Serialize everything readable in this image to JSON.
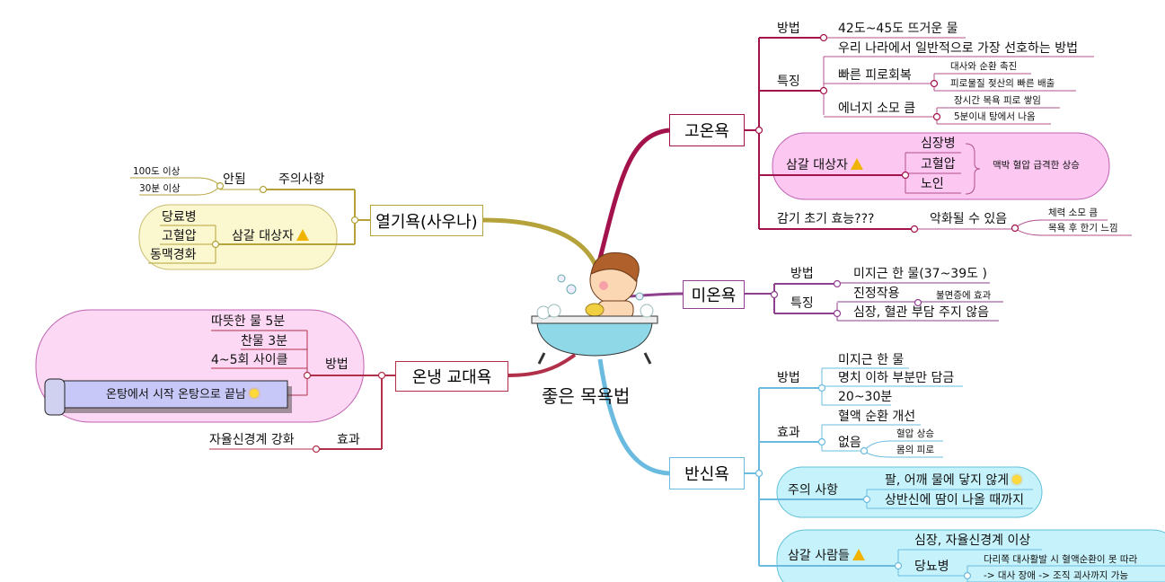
{
  "title": "좋은 목욕법",
  "colors": {
    "hot": "#a3124a",
    "sauna": "#b5a23a",
    "warm": "#8e3f8e",
    "alternate": "#b0304a",
    "half": "#6bbbe0"
  },
  "hot": {
    "label": "고온욕",
    "method": {
      "label": "방법",
      "items": [
        "42도~45도 뜨거운 물"
      ]
    },
    "feature": {
      "label": "특징",
      "items": [
        "우리 나라에서 일반적으로 가장 선호하는 방법",
        "빠른 피로회복",
        "에너지 소모 큼"
      ],
      "recovery": [
        "대사와 순환 촉진",
        "피로물질 젖산의 빠른 배출"
      ],
      "energy": [
        "장시간 목욕 피로 쌓임",
        "5분이내 탕에서 나옴"
      ]
    },
    "avoid": {
      "label": "삼갈 대상자",
      "items": [
        "심장병",
        "고혈압",
        "노인"
      ],
      "reason": "맥박 혈압 급격한 상승"
    },
    "cold": {
      "label": "감기 초기 효능???",
      "sub": "악화될 수 있음",
      "items": [
        "체력 소모 큼",
        "목욕 후 한기 느낌"
      ]
    }
  },
  "sauna": {
    "label": "열기욕(사우나)",
    "caution": {
      "label": "주의사항",
      "sub": "안됨",
      "items": [
        "100도 이상",
        "30분 이상"
      ]
    },
    "avoid": {
      "label": "삼갈 대상자",
      "items": [
        "당료병",
        "고혈압",
        "동맥경화"
      ]
    }
  },
  "warm": {
    "label": "미온욕",
    "method": {
      "label": "방법",
      "items": [
        "미지근 한 물(37~39도 )"
      ]
    },
    "feature": {
      "label": "특징",
      "items": [
        "진정작용",
        "심장, 혈관 부담 주지 않음"
      ],
      "calm": "불면증에 효과"
    }
  },
  "alternate": {
    "label": "온냉 교대욕",
    "method": {
      "label": "방법",
      "items": [
        "따뜻한 물 5분",
        "찬물 3분",
        "4~5회 사이클"
      ],
      "note": "온탕에서 시작 온탕으로 끝남"
    },
    "effect": {
      "label": "효과",
      "items": [
        "자율신경계 강화"
      ]
    }
  },
  "half": {
    "label": "반신욕",
    "method": {
      "label": "방법",
      "items": [
        "미지근 한 물",
        "명치 이하 부분만 담금",
        "20~30분"
      ]
    },
    "effect": {
      "label": "효과",
      "items": [
        "혈액 순환 개선",
        "없음"
      ],
      "none": [
        "혈압 상승",
        "몸의 피로"
      ]
    },
    "caution": {
      "label": "주의 사항",
      "items": [
        "팔, 어깨 물에 닿지 않게",
        "상반신에 땀이 나올 때까지"
      ]
    },
    "avoid": {
      "label": "삼갈 사람들",
      "items": [
        "심장, 자율신경계 이상",
        "당뇨병"
      ],
      "diabetes": [
        "다리쪽 대사활발 시 혈액순환이 못 따라",
        "-> 대사 장애 -> 조직 괴사까지 가능"
      ]
    }
  }
}
